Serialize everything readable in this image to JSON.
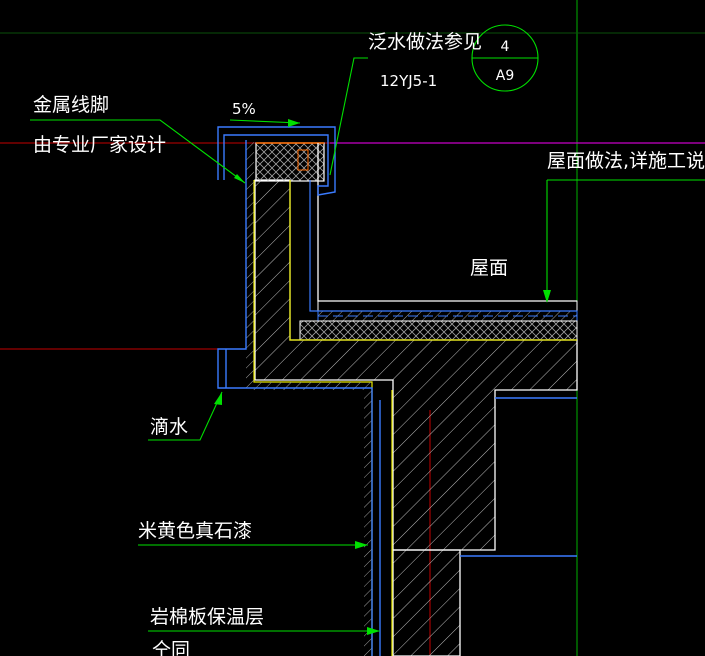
{
  "labels": {
    "flashing_ref": "泛水做法参见",
    "standard": "12YJ5-1",
    "metal_trim": "金属线脚",
    "by_manufacturer": "由专业厂家设计",
    "slope": "5%",
    "roof_method": "屋面做法,详施工说明",
    "roof": "屋面",
    "drip": "滴水",
    "paint": "米黄色真石漆",
    "insulation": "岩棉板保温层",
    "same": "仝同"
  },
  "detail_ref": {
    "number": "4",
    "sheet": "A9"
  },
  "colors": {
    "background": "#000000",
    "leader_green": "#00e000",
    "outline_blue": "#3a7bff",
    "insulation_yellow": "#e8e800",
    "axis_red": "#c40000",
    "roof_magenta": "#c800c8",
    "grid_green": "#00b000",
    "text": "#ffffff"
  }
}
